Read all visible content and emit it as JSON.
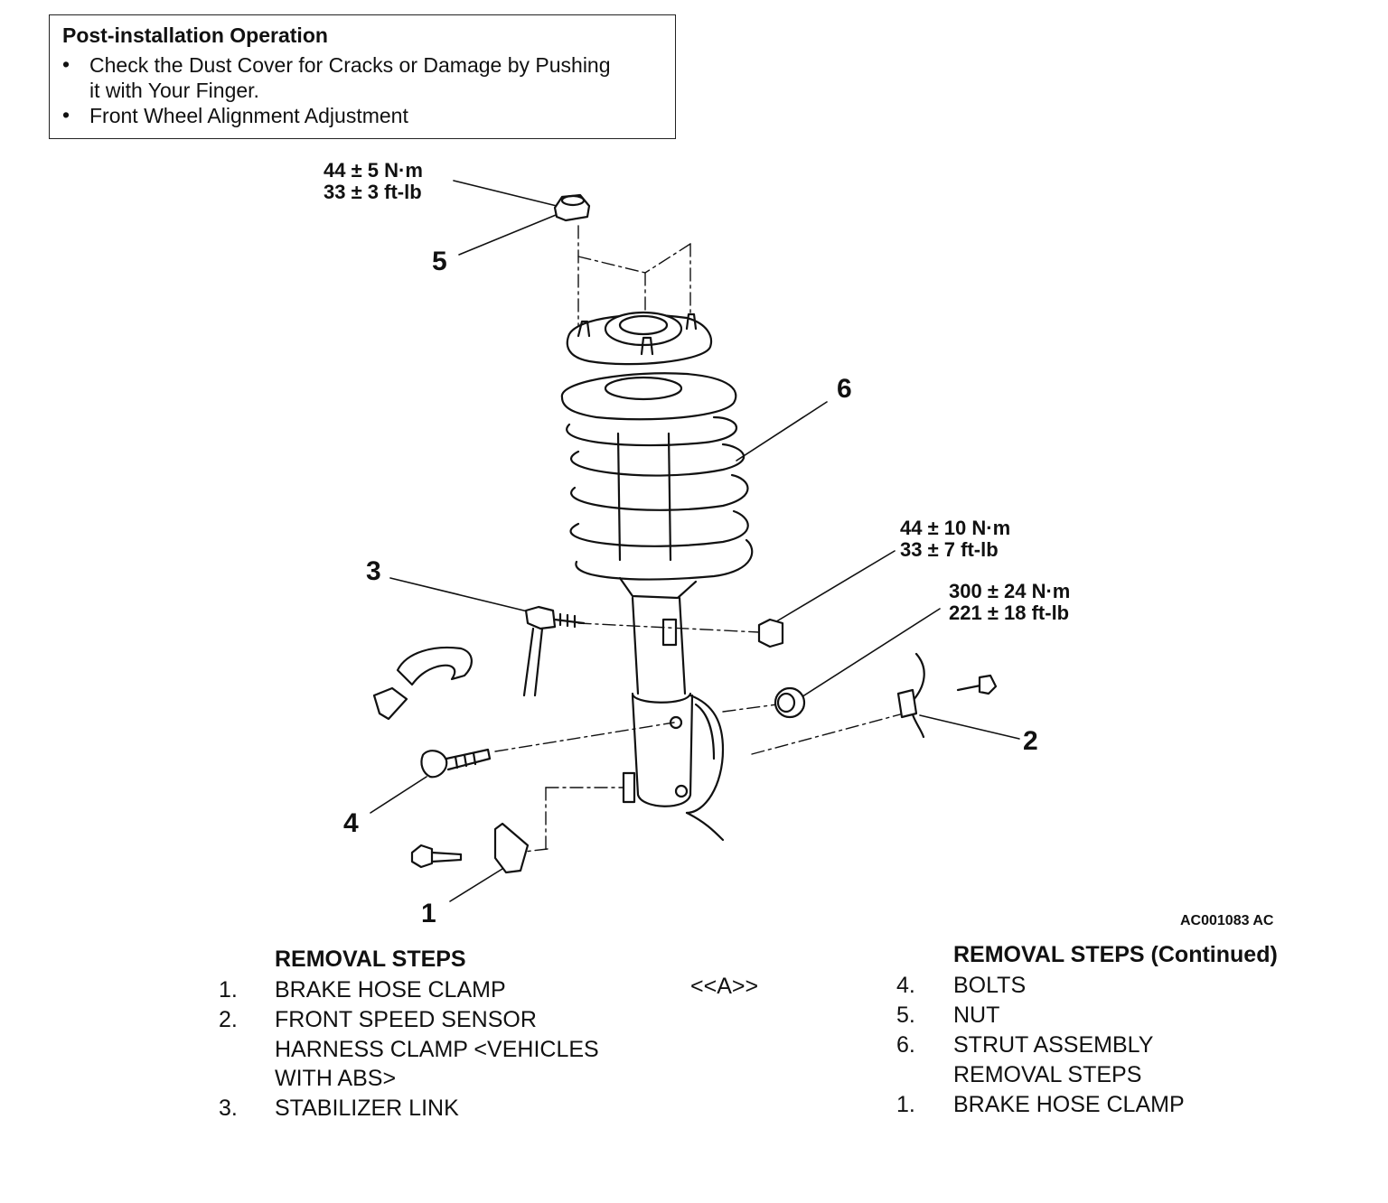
{
  "post_install": {
    "title": "Post-installation Operation",
    "bullet_char": "•",
    "items": [
      {
        "line1": "Check the Dust Cover for Cracks or Damage by Pushing",
        "line2": "it with Your Finger."
      },
      {
        "line1": "Front Wheel Alignment Adjustment",
        "line2": ""
      }
    ]
  },
  "torque": {
    "nut5": {
      "nm": "44 ± 5 N·m",
      "ftlb": "33 ± 3 ft-lb"
    },
    "link": {
      "nm": "44 ± 10 N·m",
      "ftlb": "33 ± 7 ft-lb"
    },
    "knuckle": {
      "nm": "300 ± 24 N·m",
      "ftlb": "221 ± 18 ft-lb"
    }
  },
  "callouts": {
    "c1": "1",
    "c2": "2",
    "c3": "3",
    "c4": "4",
    "c5": "5",
    "c6": "6"
  },
  "figure_code": "AC001083 AC",
  "removal_left": {
    "header": "REMOVAL STEPS",
    "marker": "<<A>>",
    "rows": [
      {
        "n": "1.",
        "t": "BRAKE HOSE CLAMP"
      },
      {
        "n": "2.",
        "t": "FRONT SPEED SENSOR"
      },
      {
        "n": "",
        "t": "HARNESS CLAMP <VEHICLES"
      },
      {
        "n": "",
        "t": "WITH ABS>"
      },
      {
        "n": "3.",
        "t": "STABILIZER LINK"
      }
    ]
  },
  "removal_right": {
    "header": "REMOVAL STEPS (Continued)",
    "rows": [
      {
        "n": "4.",
        "t": "BOLTS"
      },
      {
        "n": "5.",
        "t": "NUT"
      },
      {
        "n": "6.",
        "t": "STRUT ASSEMBLY"
      },
      {
        "n": "",
        "t": "REMOVAL STEPS"
      },
      {
        "n": "1.",
        "t": "BRAKE HOSE CLAMP"
      }
    ]
  }
}
